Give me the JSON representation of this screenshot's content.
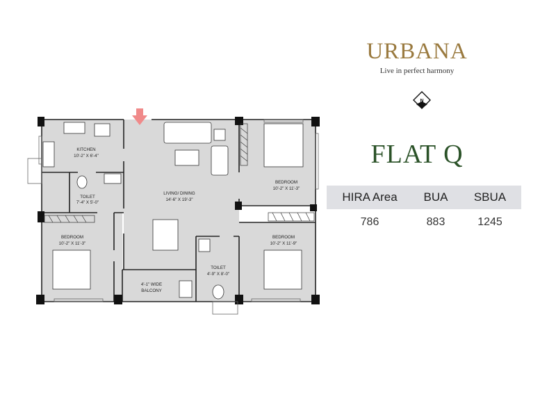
{
  "brand": {
    "name": "URBANA",
    "tagline": "Live in perfect harmony"
  },
  "compass": {
    "label": "N"
  },
  "flat": {
    "title": "FLAT Q"
  },
  "area_table": {
    "headers": [
      "HIRA Area",
      "BUA",
      "SBUA"
    ],
    "values": [
      "786",
      "883",
      "1245"
    ]
  },
  "rooms": {
    "kitchen": {
      "name": "KITCHEN",
      "dims": "10'-2\" X 6'-4\""
    },
    "toilet1": {
      "name": "TOILET",
      "dims": "7'-4\" X 5'-0\""
    },
    "living": {
      "name": "LIVING/ DINING",
      "dims": "14'-6\" X 19'-3\""
    },
    "bedroom_tr": {
      "name": "BEDROOM",
      "dims": "10'-2\" X 11'-3\""
    },
    "bedroom_bl": {
      "name": "BEDROOM",
      "dims": "10'-2\" X 11'-3\""
    },
    "bedroom_br": {
      "name": "BEDROOM",
      "dims": "10'-2\" X 11'-9\""
    },
    "toilet2": {
      "name": "TOILET",
      "dims": "4'-9\" X 8'-0\""
    },
    "balcony": {
      "name": "4'-1\" WIDE",
      "dims": "BALCONY"
    }
  },
  "colors": {
    "brand": "#9a7a3f",
    "title": "#2b5228",
    "floor": "#d9d9d9",
    "wall": "#111111",
    "entry_arrow": "#f08a8a",
    "table_header": "#dfe0e4"
  }
}
